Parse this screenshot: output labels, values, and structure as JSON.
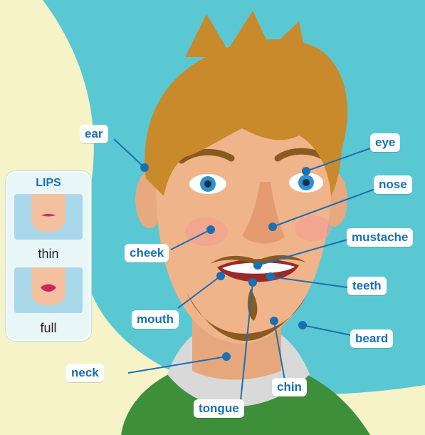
{
  "panel": {
    "title": "LIPS",
    "items": [
      {
        "caption": "thin"
      },
      {
        "caption": "full"
      }
    ]
  },
  "labels": {
    "ear": "ear",
    "eye": "eye",
    "nose": "nose",
    "cheek": "cheek",
    "mustache": "mustache",
    "teeth": "teeth",
    "mouth": "mouth",
    "beard": "beard",
    "neck": "neck",
    "chin": "chin",
    "tongue": "tongue"
  },
  "colors": {
    "background": "#5ac8d2",
    "accent_blob": "#f7f3c9",
    "label_text": "#1b6fb3",
    "leader_line": "#1b6fb3",
    "skin": "#f0b48a",
    "hair": "#c88a2a",
    "shirt": "#3e8f3a"
  }
}
